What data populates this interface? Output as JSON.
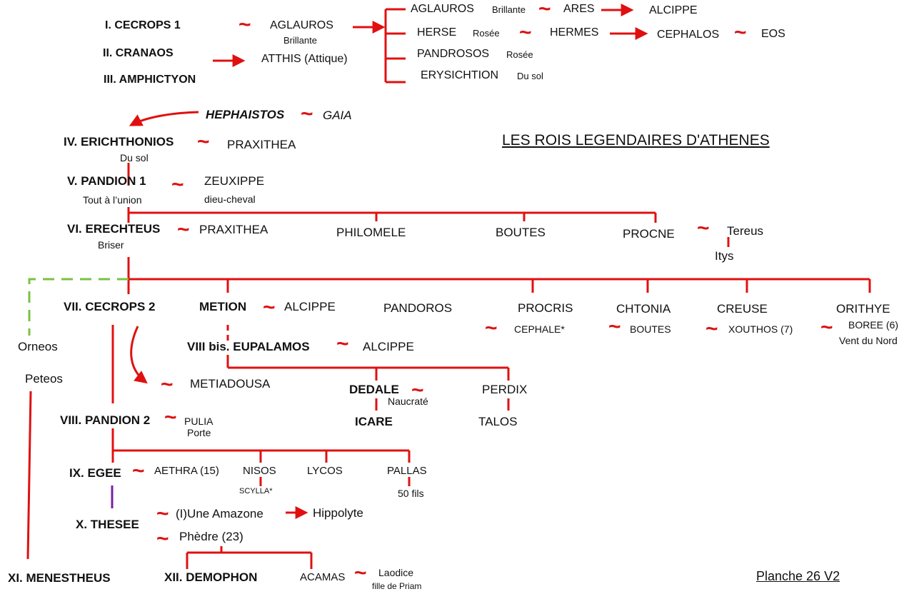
{
  "colors": {
    "line": "#e01010",
    "dashed": "#7ac143",
    "marriage": "#dd1111",
    "special": "#7b1fa2"
  },
  "diagram_title": "LES ROIS LEGENDAIRES D'ATHENES",
  "plate_label": "Planche 26 V2",
  "union_symbol": "~",
  "kings": {
    "k1": "I. CECROPS 1",
    "k2": "II. CRANAOS",
    "k3": "III. AMPHICTYON",
    "k4": "IV. ERICHTHONIOS",
    "k5": "V. PANDION 1",
    "k6": "VI. ERECHTEUS",
    "k7": "VII. CECROPS 2",
    "k8": "VIII. PANDION 2",
    "k8b": "VIII bis. EUPALAMOS",
    "k9": "IX. EGEE",
    "k10": "X. THESEE",
    "k11": "XI. MENESTHEUS",
    "k12": "XII. DEMOPHON"
  },
  "people": {
    "aglauros_wife": "AGLAUROS",
    "brillante1": "Brillante",
    "atthis": "ATTHIS (Attique)",
    "aglauros": "AGLAUROS",
    "brillante2": "Brillante",
    "ares": "ARES",
    "alcippe_top": "ALCIPPE",
    "herse": "HERSE",
    "rosee1": "Rosée",
    "hermes": "HERMES",
    "cephalos": "CEPHALOS",
    "eos": "EOS",
    "pandrosos": "PANDROSOS",
    "rosee2": "Rosée",
    "erysichtion": "ERYSICHTION",
    "dusol1": "Du sol",
    "hephaistos": "HEPHAISTOS",
    "gaia": "GAIA",
    "dusol2": "Du sol",
    "praxithea1": "PRAXITHEA",
    "tout_union": "Tout à l’union",
    "zeuxippe": "ZEUXIPPE",
    "dieu_cheval": "dieu-cheval",
    "briser": "Briser",
    "praxithea2": "PRAXITHEA",
    "philomele": "PHILOMELE",
    "boutes1": "BOUTES",
    "procne": "PROCNE",
    "tereus": "Tereus",
    "itys": "Itys",
    "metion": "METION",
    "alcippe1": "ALCIPPE",
    "pandoros": "PANDOROS",
    "procris": "PROCRIS",
    "cephale": "CEPHALE*",
    "chtonia": "CHTONIA",
    "boutes2": "BOUTES",
    "creuse": "CREUSE",
    "xouthos": "XOUTHOS (7)",
    "orithye": "ORITHYE",
    "boree": "BOREE (6)",
    "vent_nord": "Vent du Nord",
    "orneos": "Orneos",
    "peteos": "Peteos",
    "alcippe2": "ALCIPPE",
    "metiadousa": "METIADOUSA",
    "dedale": "DEDALE",
    "naucrate": "Naucraté",
    "perdix": "PERDIX",
    "icare": "ICARE",
    "talos": "TALOS",
    "pulia": "PULIA",
    "porte": "Porte",
    "aethra": "AETHRA (15)",
    "nisos": "NISOS",
    "scylla": "SCYLLA*",
    "lycos": "LYCOS",
    "pallas": "PALLAS",
    "cinquante_fils": "50 fils",
    "amazone": "(I)Une Amazone",
    "hippolyte": "Hippolyte",
    "phedre": "Phèdre (23)",
    "acamas": "ACAMAS",
    "laodice": "Laodice",
    "fille_priam": "fille de Priam"
  }
}
